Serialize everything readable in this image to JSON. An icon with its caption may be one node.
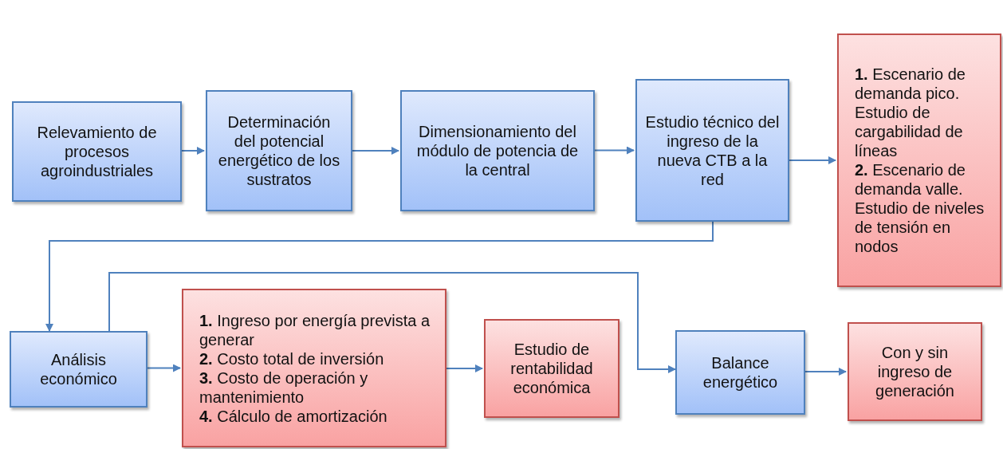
{
  "diagram": {
    "nodes": [
      {
        "text": [
          "Relevamiento de procesos agroindustriales"
        ]
      },
      {
        "text": [
          "Determinación del potencial energético de los sustratos"
        ]
      },
      {
        "text": [
          "Dimensionamiento del módulo de potencia de la central"
        ]
      },
      {
        "text": [
          "Estudio técnico del ingreso de la nueva CTB a la red"
        ]
      },
      {
        "text": [
          "**1.** Escenario de demanda pico. Estudio de cargabilidad de líneas",
          "**2.** Escenario de demanda valle. Estudio de niveles de tensión en nodos"
        ]
      },
      {
        "text": [
          "Análisis económico"
        ]
      },
      {
        "text": [
          "**1.** Ingreso por energía prevista a generar",
          "**2.** Costo total de inversión",
          "**3.** Costo de operación y mantenimiento",
          "**4.** Cálculo de amortización"
        ]
      },
      {
        "text": [
          "Estudio de rentabilidad económica"
        ]
      },
      {
        "text": [
          "Balance energético"
        ]
      },
      {
        "text": [
          "Con y sin ingreso de generación"
        ]
      }
    ],
    "edges": [
      {
        "from": 0,
        "to": 1,
        "arrow": "to"
      },
      {
        "from": 1,
        "to": 2,
        "arrow": "to"
      },
      {
        "from": 2,
        "to": 3,
        "arrow": "to"
      },
      {
        "from": 3,
        "to": 4,
        "arrow": "to"
      },
      {
        "from": 3,
        "to": 5,
        "arrow": "to"
      },
      {
        "from": 5,
        "to": 6,
        "arrow": "to"
      },
      {
        "from": 6,
        "to": 7,
        "arrow": "to"
      },
      {
        "from": 5,
        "to": 8,
        "arrow": "to"
      },
      {
        "from": 8,
        "to": 9,
        "arrow": "to"
      }
    ]
  }
}
